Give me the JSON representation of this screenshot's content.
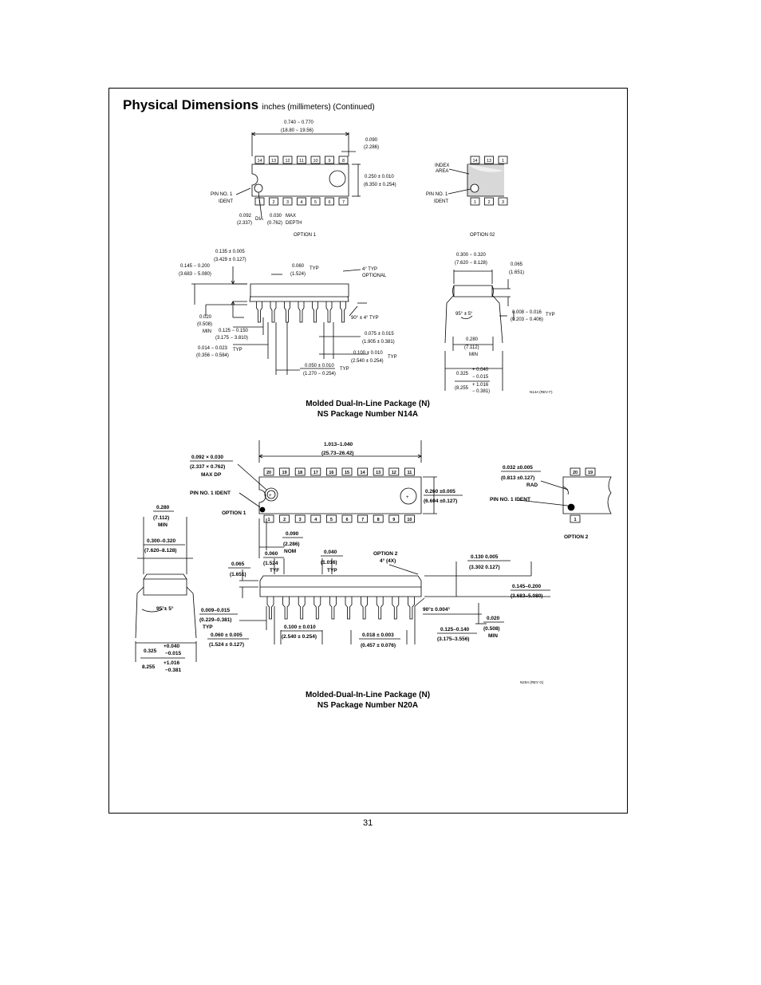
{
  "header": {
    "title": "Physical Dimensions",
    "subtitle": "inches (millimeters) (Continued)"
  },
  "n14a": {
    "caption_line1": "Molded Dual-In-Line Package (N)",
    "caption_line2": "NS Package Number N14A",
    "rev": "N14A (REV F)",
    "length_in": "0.740 − 0.770",
    "length_mm": "(18.80 − 19.56)",
    "end_in": "0.090",
    "end_mm": "(2.286)",
    "width_in": "0.250 ± 0.010",
    "width_mm": "(6.350 ± 0.254)",
    "pin1_ident_line1": "PIN NO. 1",
    "pin1_ident_line2": "IDENT",
    "dia_in": "0.092",
    "dia_mm": "(2.337)",
    "dia_label": "DIA",
    "depth_in": "0.030",
    "depth_mm": "(0.762)",
    "depth_label_1": "MAX",
    "depth_label_2": "DEPTH",
    "option1": "OPTION 1",
    "option2": "OPTION 02",
    "index_area_1": "INDEX",
    "index_area_2": "AREA",
    "pins_top": [
      "14",
      "13",
      "12",
      "11",
      "10",
      "9",
      "8"
    ],
    "pins_bottom": [
      "1",
      "2",
      "3",
      "4",
      "5",
      "6",
      "7"
    ],
    "opt2_pins_top": [
      "14",
      "13",
      "1"
    ],
    "opt2_pins_bottom": [
      "1",
      "2",
      "3"
    ],
    "side": {
      "body_h_in": "0.135 ± 0.005",
      "body_h_mm": "(3.429 ± 0.127)",
      "seat_in": "0.145 − 0.200",
      "seat_mm": "(3.683 − 5.080)",
      "shoulder_in": "0.060",
      "shoulder_mm": "(1.524)",
      "typ": "TYP",
      "draft": "4° TYP",
      "optional": "OPTIONAL",
      "standoff_in": "0.020",
      "standoff_mm": "(0.508)",
      "min": "MIN",
      "lead_len_in": "0.125 − 0.150",
      "lead_len_mm": "(3.175 − 3.810)",
      "lead_w_in": "0.014 − 0.023",
      "lead_w_mm": "(0.356 − 0.584)",
      "angle": "90° ± 4° TYP",
      "upper_w_in": "0.075 ± 0.015",
      "upper_w_mm": "(1.905 ± 0.381)",
      "pitch_in": "0.100 ± 0.010",
      "pitch_mm": "(2.540 ± 0.254)",
      "end_in": "0.050 ± 0.010",
      "end_mm": "(1.270 − 0.254)"
    },
    "end_view": {
      "row_in": "0.300 − 0.320",
      "row_mm": "(7.620 − 8.128)",
      "step_in": "0.065",
      "step_mm": "(1.651)",
      "lead_in": "0.008 − 0.016",
      "lead_mm": "(0.203 − 0.406)",
      "typ": "TYP",
      "angle": "95° ± 5°",
      "min_in": "0.280",
      "min_mm": "(7.112)",
      "min": "MIN",
      "span_in": "0.325",
      "span_tol_in_plus": "+ 0.040",
      "span_tol_in_minus": "− 0.015",
      "span_mm": "(8.255",
      "span_tol_mm_plus": "+ 1.016",
      "span_tol_mm_minus": "− 0.381)"
    }
  },
  "n20a": {
    "caption_line1": "Molded-Dual-In-Line Package (N)",
    "caption_line2": "NS Package Number N20A",
    "rev": "N20A (REV G)",
    "length_in": "1.013–1.040",
    "length_mm": "(25.73–26.42)",
    "hole_in": "0.092 × 0.030",
    "hole_mm": "(2.337 × 0.762)",
    "hole_label": "MAX DP",
    "pin1_ident": "PIN NO. 1 IDENT",
    "option1": "OPTION 1",
    "option2": "OPTION 2",
    "width_in": "0.260 ±0.005",
    "width_mm": "(6.604 ±0.127)",
    "end_in": "0.090",
    "end_mm": "(2.286)",
    "end_label": "NOM",
    "pins_top": [
      "20",
      "19",
      "18",
      "17",
      "16",
      "15",
      "14",
      "13",
      "12",
      "11"
    ],
    "pins_bottom": [
      "1",
      "2",
      "3",
      "4",
      "5",
      "6",
      "7",
      "8",
      "9",
      "10"
    ],
    "opt2_pins_top": [
      "20",
      "19"
    ],
    "opt2_pins_bottom": [
      "1"
    ],
    "rad_in": "0.032 ±0.005",
    "rad_mm": "(0.813 ±0.127)",
    "rad_label": "RAD",
    "opt2_pin1": "PIN NO. 1 IDENT",
    "end_view": {
      "min_in": "0.280",
      "min_mm": "(7.112)",
      "min": "MIN",
      "row_in": "0.300–0.320",
      "row_mm": "(7.620–8.128)",
      "angle": "95°± 5°",
      "span_in": "0.325",
      "span_tol_in_plus": "+0.040",
      "span_tol_in_minus": "−0.015",
      "span_mm": "8.255",
      "span_tol_mm_plus": "+1.016",
      "span_tol_mm_minus": "−0.381"
    },
    "side": {
      "step_in": "0.065",
      "step_mm": "(1.651)",
      "shoulder_in": "0.060",
      "shoulder_mm": "(1.524",
      "typ1": "TYF",
      "pitch_top_in": "0.040",
      "pitch_top_mm": "(1.016)",
      "typ2": "TYP",
      "option2_draft": "OPTION 2",
      "option2_draft_2": "4° (4X)",
      "body_h_in": "0.130  0.005",
      "body_h_mm": "(3.302  0.127)",
      "seat_in": "0.145–0.200",
      "seat_mm": "(3.683–5.080)",
      "lead_w_in": "0.009–0.015",
      "lead_w_mm": "(0.229–0.381)",
      "typ3": "TYP",
      "angle": "90°± 0.004°",
      "standoff_in": "0.020",
      "standoff_mm": "(0.508)",
      "min": "MIN",
      "upper_in": "0.060 ± 0.005",
      "upper_mm": "(1.524 ± 0.127)",
      "pitch_in": "0.100 ± 0.010",
      "pitch_mm": "(2.540 ± 0.254)",
      "lead_d_in": "0.018 ± 0.003",
      "lead_d_mm": "(0.457 ± 0.076)",
      "lead_len_in": "0.125–0.140",
      "lead_len_mm": "(3.175–3.556)"
    }
  },
  "footer": {
    "page_number": "31"
  }
}
